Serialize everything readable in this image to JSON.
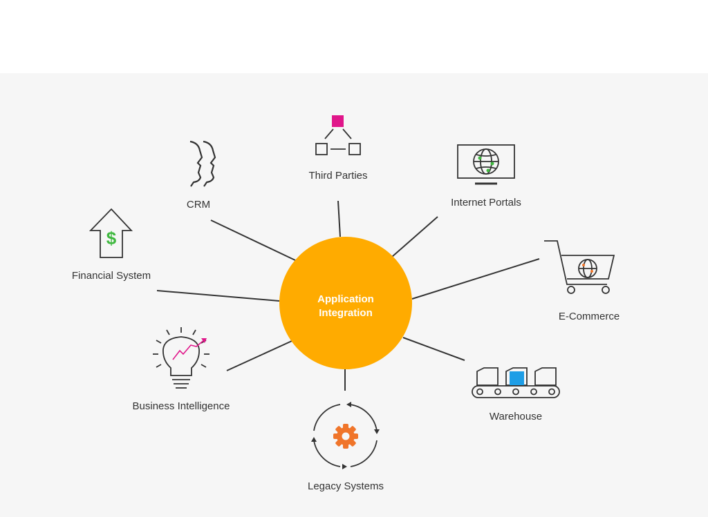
{
  "hub": {
    "line1": "Application",
    "line2": "Integration"
  },
  "nodes": [
    {
      "id": "third-parties",
      "label": "Third Parties",
      "icon": "hierarchy-icon"
    },
    {
      "id": "internet-portals",
      "label": "Internet Portals",
      "icon": "globe-monitor-icon"
    },
    {
      "id": "e-commerce",
      "label": "E-Commerce",
      "icon": "shopping-cart-icon"
    },
    {
      "id": "warehouse",
      "label": "Warehouse",
      "icon": "conveyor-belt-icon"
    },
    {
      "id": "legacy-systems",
      "label": "Legacy Systems",
      "icon": "gear-cycle-icon"
    },
    {
      "id": "business-intelligence",
      "label": "Business Intelligence",
      "icon": "lightbulb-icon"
    },
    {
      "id": "financial-system",
      "label": "Financial System",
      "icon": "dollar-arrow-icon"
    },
    {
      "id": "crm",
      "label": "CRM",
      "icon": "faces-icon"
    }
  ],
  "colors": {
    "hub": "#ffab00",
    "connector": "#333333",
    "magenta": "#e0168a",
    "green": "#3fb83f",
    "orange": "#f0752a",
    "blue": "#1e9ee6"
  }
}
